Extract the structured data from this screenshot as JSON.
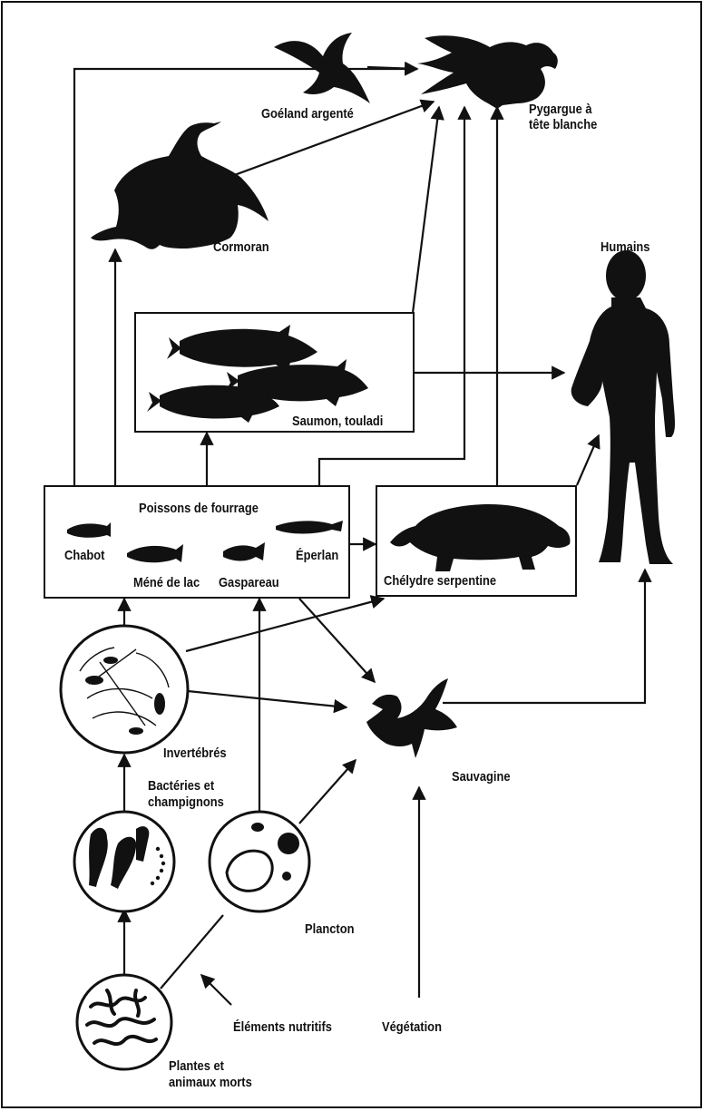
{
  "labels": {
    "goeland": "Goéland argenté",
    "pygargue_1": "Pygargue à",
    "pygargue_2": "tête blanche",
    "cormoran": "Cormoran",
    "humains": "Humains",
    "saumon": "Saumon, touladi",
    "fourrage_title": "Poissons de fourrage",
    "chabot": "Chabot",
    "eperlan": "Éperlan",
    "mene": "Méné de lac",
    "gaspareau": "Gaspareau",
    "chelydre": "Chélydre serpentine",
    "invertebres": "Invertébrés",
    "bacteries_1": "Bactéries et",
    "bacteries_2": "champignons",
    "sauvagine": "Sauvagine",
    "plancton": "Plancton",
    "elements": "Éléments nutritifs",
    "vegetation": "Végétation",
    "plantes_1": "Plantes et",
    "plantes_2": "animaux morts"
  },
  "colors": {
    "ink": "#111111",
    "paper": "#ffffff"
  }
}
